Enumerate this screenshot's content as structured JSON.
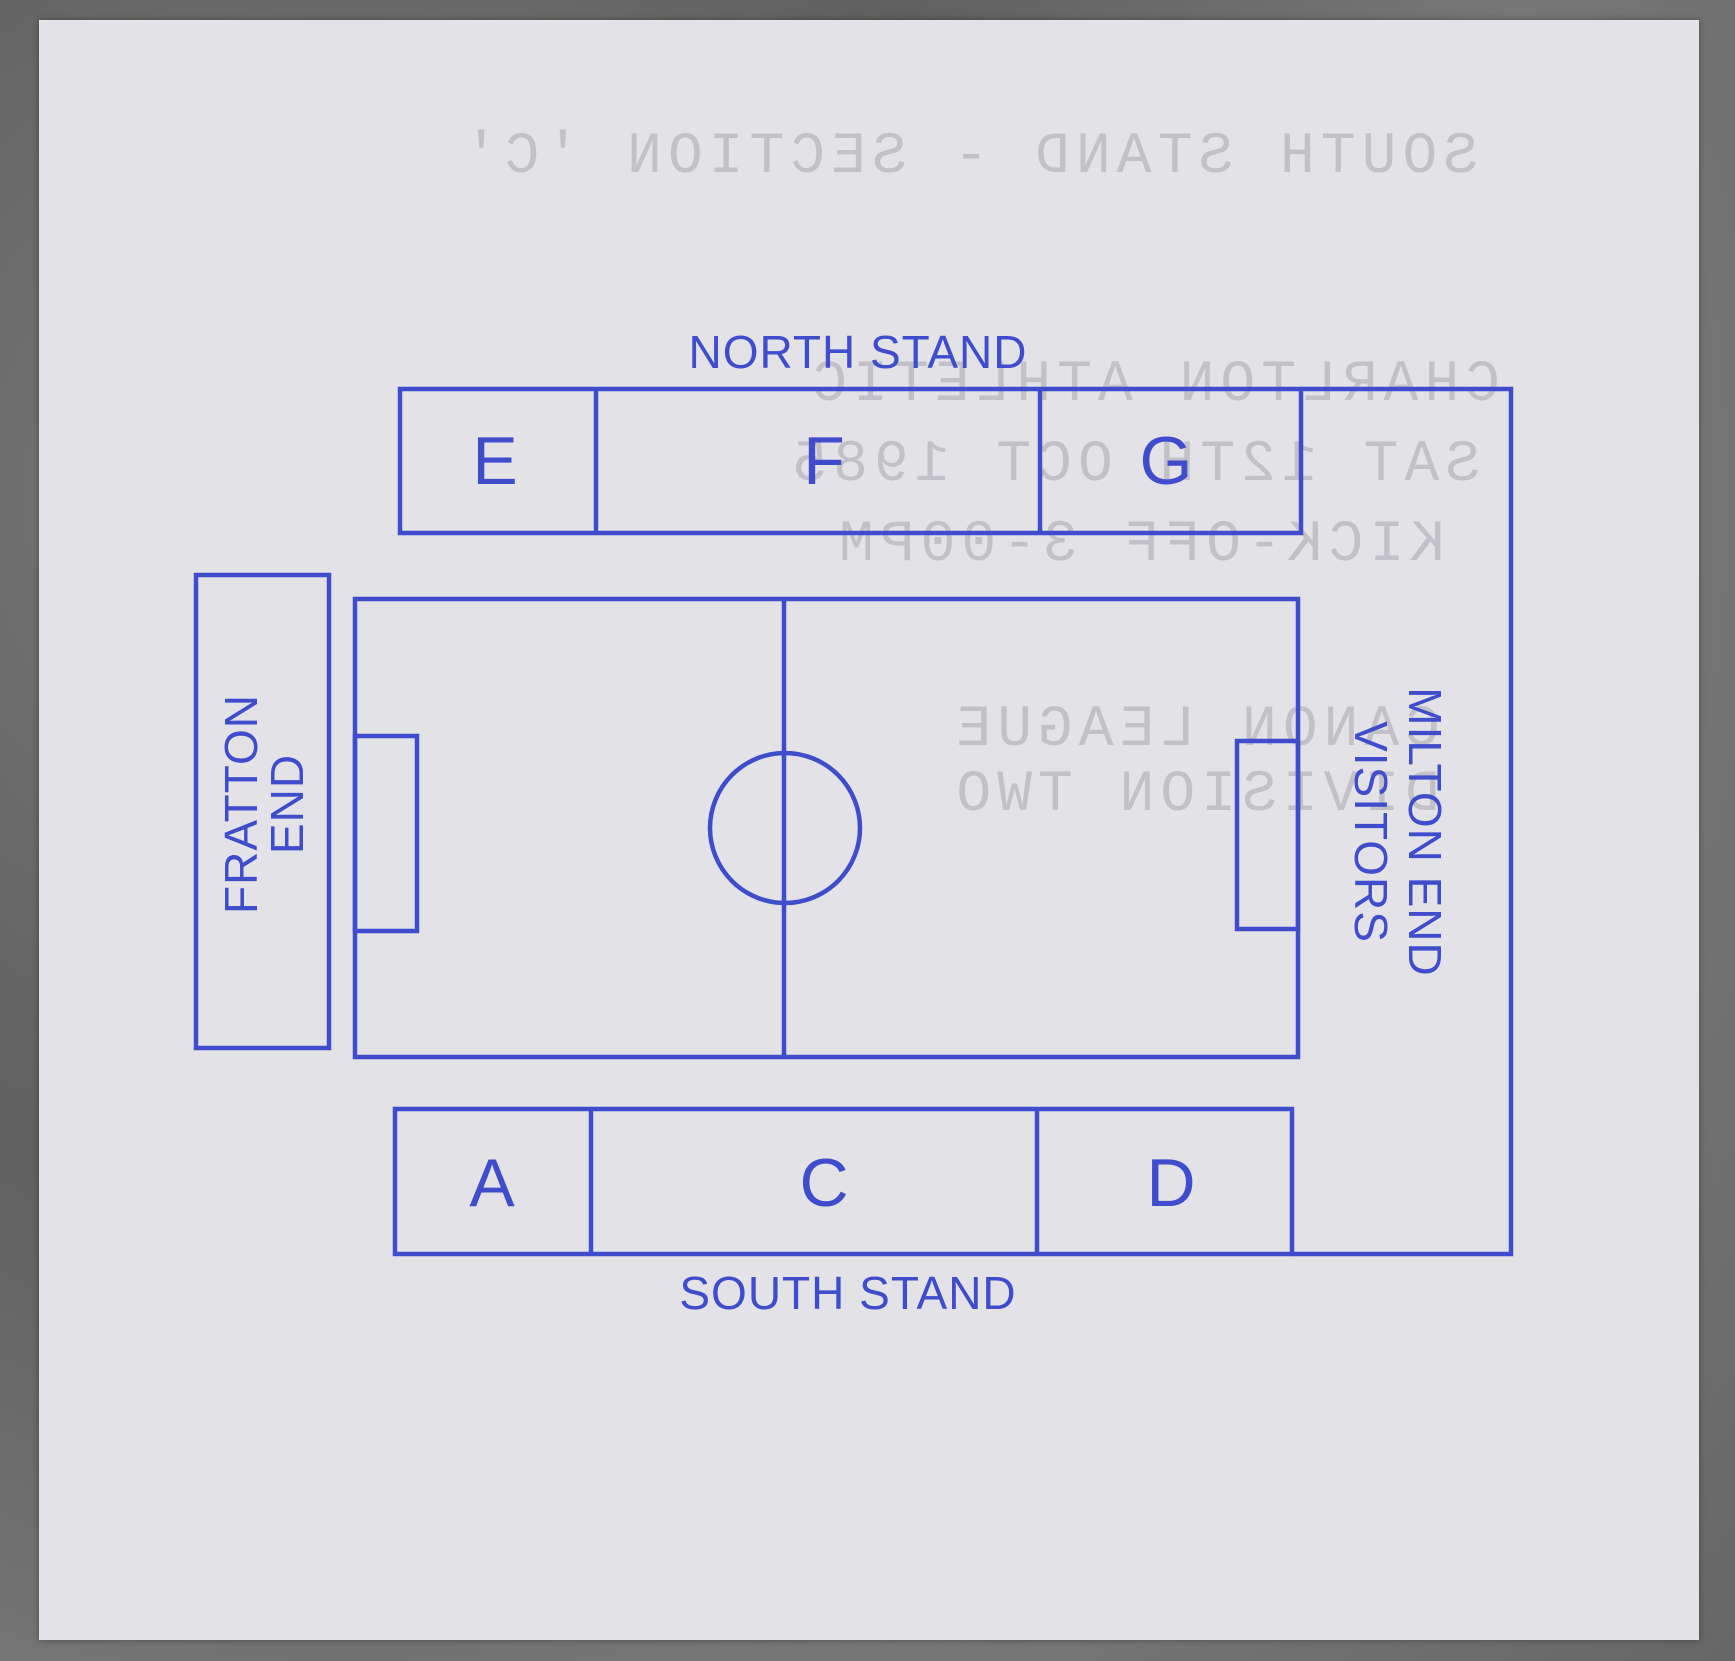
{
  "plan": {
    "north_stand": "NORTH STAND",
    "south_stand": "SOUTH STAND",
    "fratton_end": [
      "FRATTON",
      "END"
    ],
    "milton_end": [
      "MILTON END",
      "VISITORS"
    ],
    "north_sections": [
      "E",
      "F",
      "G"
    ],
    "south_sections": [
      "A",
      "C",
      "D"
    ],
    "ink_color": "#3f4ccc"
  },
  "show_through": {
    "section": "SOUTH STAND - SECTION 'C'",
    "opponent": "CHARLTON ATHLETIC",
    "date": "SAT 12TH OCT 1985",
    "kickoff": "KICK-OFF 3-00PM",
    "league": "CANON LEAGUE",
    "division": "DIVISION TWO"
  }
}
